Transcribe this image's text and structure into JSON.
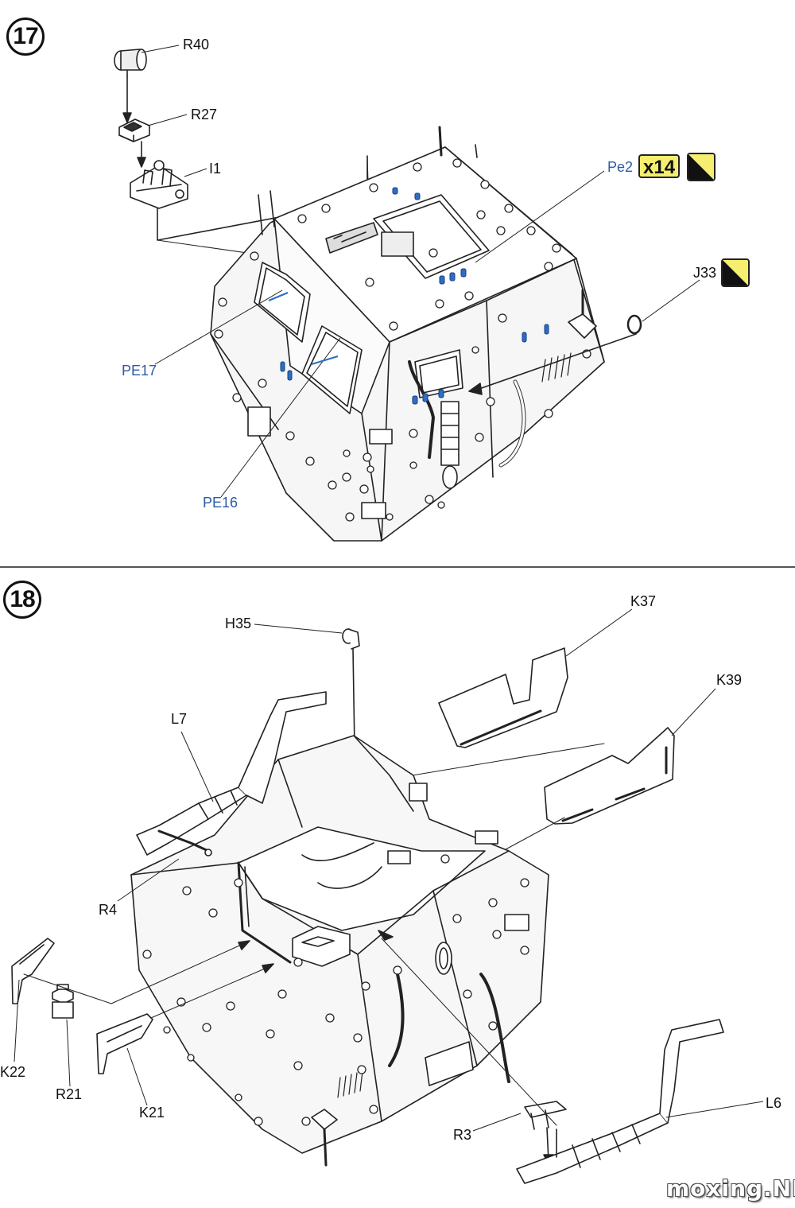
{
  "steps": {
    "step17": {
      "number": "17",
      "labels": {
        "r40": "R40",
        "r27": "R27",
        "i1": "I1",
        "pe2": "Pe2",
        "pe2_qty": "x14",
        "j33": "J33",
        "pe17": "PE17",
        "pe16": "PE16"
      }
    },
    "step18": {
      "number": "18",
      "labels": {
        "h35": "H35",
        "k37": "K37",
        "k39": "K39",
        "l7": "L7",
        "r4": "R4",
        "k22": "K22",
        "r21": "R21",
        "k21": "K21",
        "r3": "R3",
        "l6": "L6"
      }
    }
  },
  "colors": {
    "line": "#222222",
    "photo_etch_label": "#2c5aa8",
    "qty_badge": "#f6ee6e",
    "swatch_dark": "#111111",
    "swatch_light": "#f6ee6e",
    "hull_fill": "#f2f2f2"
  },
  "watermark": "moxing.NET"
}
